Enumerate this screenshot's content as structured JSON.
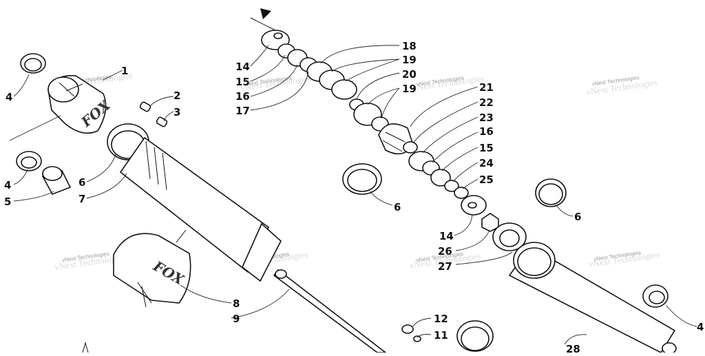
{
  "callouts": [
    {
      "id": "c1",
      "label": "1"
    },
    {
      "id": "c2",
      "label": "2"
    },
    {
      "id": "c3",
      "label": "3"
    },
    {
      "id": "c4a",
      "label": "4"
    },
    {
      "id": "c4b",
      "label": "4"
    },
    {
      "id": "c4c",
      "label": "4"
    },
    {
      "id": "c5",
      "label": "5"
    },
    {
      "id": "c6a",
      "label": "6"
    },
    {
      "id": "c6b",
      "label": "6"
    },
    {
      "id": "c6c",
      "label": "6"
    },
    {
      "id": "c7",
      "label": "7"
    },
    {
      "id": "c8",
      "label": "8"
    },
    {
      "id": "c9",
      "label": "9"
    },
    {
      "id": "c11",
      "label": "11"
    },
    {
      "id": "c12",
      "label": "12"
    },
    {
      "id": "c14a",
      "label": "14"
    },
    {
      "id": "c14b",
      "label": "14"
    },
    {
      "id": "c15a",
      "label": "15"
    },
    {
      "id": "c15b",
      "label": "15"
    },
    {
      "id": "c16a",
      "label": "16"
    },
    {
      "id": "c16b",
      "label": "16"
    },
    {
      "id": "c17",
      "label": "17"
    },
    {
      "id": "c18",
      "label": "18"
    },
    {
      "id": "c19a",
      "label": "19"
    },
    {
      "id": "c19b",
      "label": "19"
    },
    {
      "id": "c20",
      "label": "20"
    },
    {
      "id": "c21",
      "label": "21"
    },
    {
      "id": "c22",
      "label": "22"
    },
    {
      "id": "c23",
      "label": "23"
    },
    {
      "id": "c24",
      "label": "24"
    },
    {
      "id": "c25",
      "label": "25"
    },
    {
      "id": "c26",
      "label": "26"
    },
    {
      "id": "c27",
      "label": "27"
    },
    {
      "id": "c28",
      "label": "28"
    }
  ],
  "watermark": "vNext Technologies",
  "brand": "FOX",
  "icons": {
    "direction_arrow": "direction-arrow-icon"
  }
}
